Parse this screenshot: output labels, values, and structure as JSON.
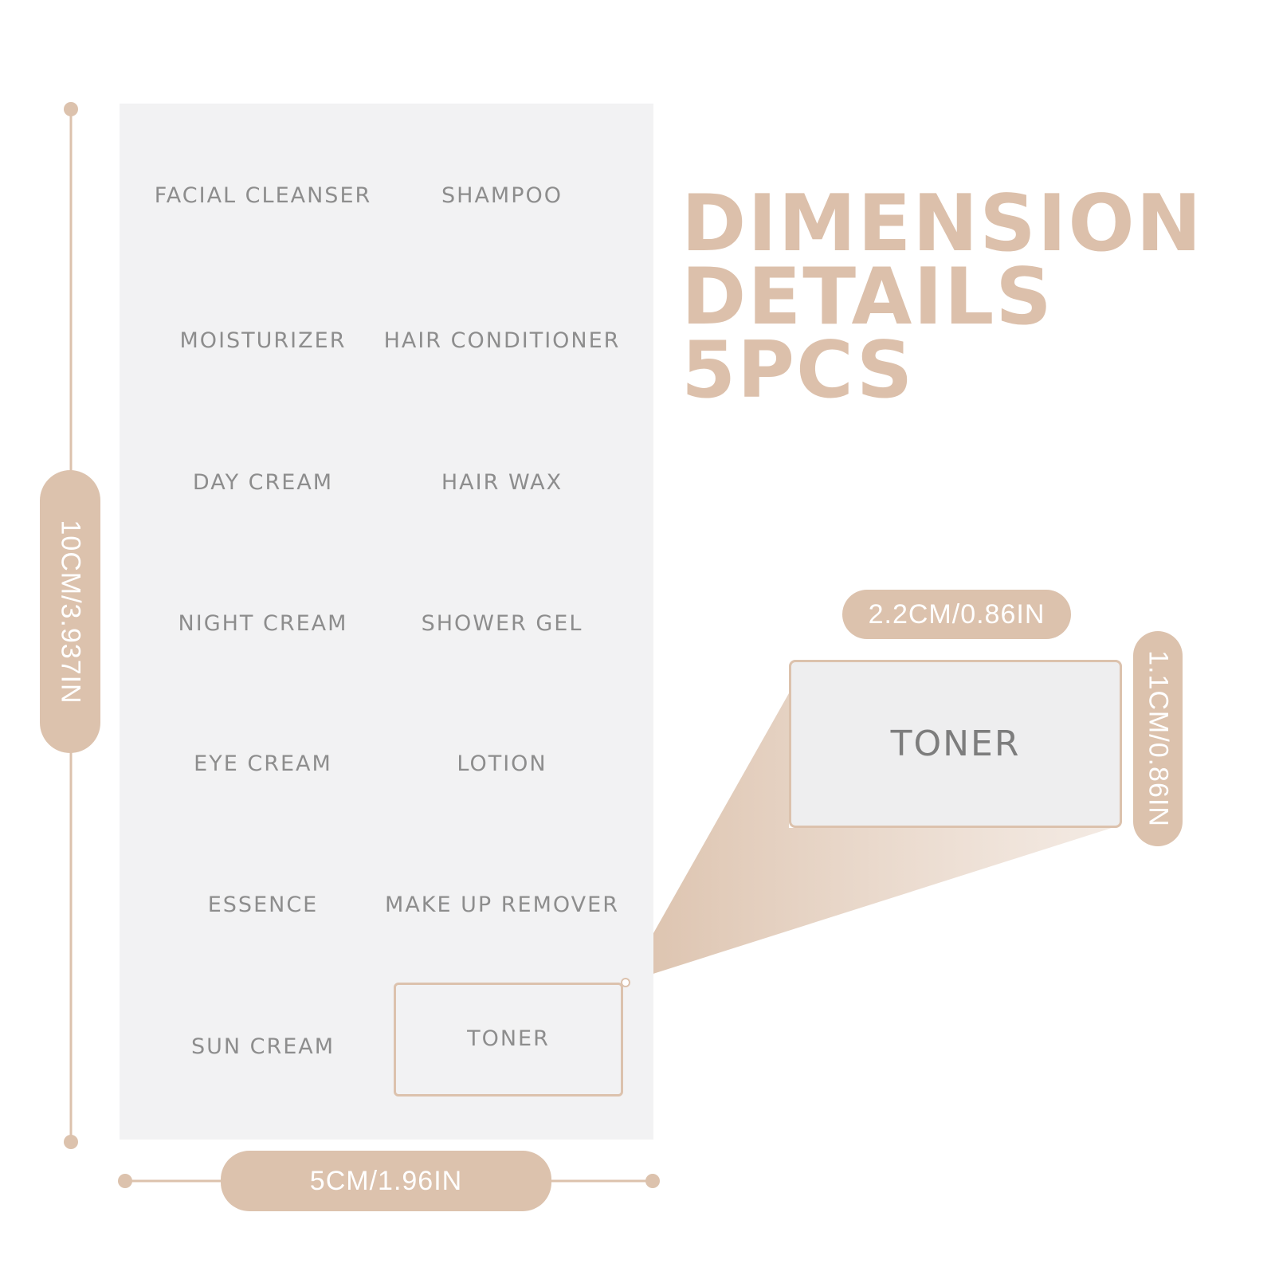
{
  "headline": {
    "line1": "DIMENSION",
    "line2": "DETAILS",
    "line3": "5PCS"
  },
  "sheet_labels": {
    "left": [
      "FACIAL  CLEANSER",
      "MOISTURIZER",
      "DAY CREAM",
      "NIGHT CREAM",
      "EYE CREAM",
      "ESSENCE",
      "SUN CREAM"
    ],
    "right": [
      "SHAMPOO",
      "HAIR CONDITIONER",
      "HAIR WAX",
      "SHOWER GEL",
      "LOTION",
      "MAKE UP REMOVER",
      "TONER"
    ]
  },
  "dimensions": {
    "height": "10CM/3.937IN",
    "width": "5CM/1.96IN",
    "label_width": "2.2CM/0.86IN",
    "label_height": "1.1CM/0.86IN"
  },
  "zoomed_label": "TONER",
  "colors": {
    "accent": "#dcc2ad",
    "headline": "#dcc0ab",
    "sheet": "#f2f2f3",
    "label_text": "#8d8d8d"
  }
}
